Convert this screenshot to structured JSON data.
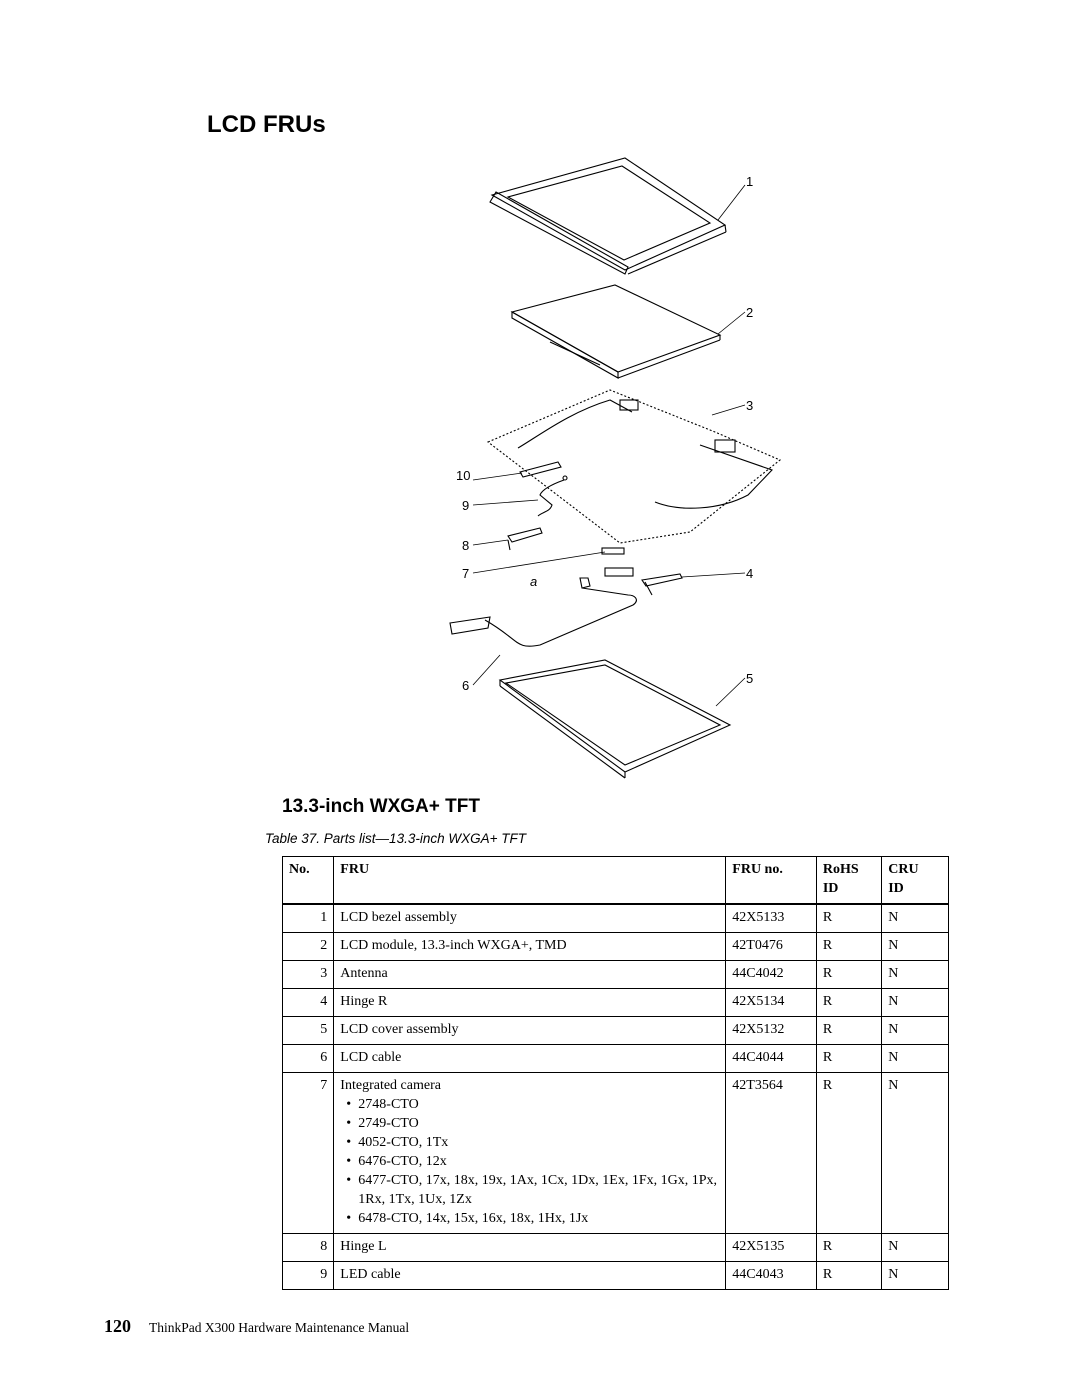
{
  "page": {
    "title": "LCD FRUs",
    "section_title": "13.3-inch WXGA+ TFT",
    "table_caption": "Table 37. Parts list—13.3-inch WXGA+ TFT"
  },
  "diagram": {
    "callouts": [
      "1",
      "2",
      "3",
      "4",
      "5",
      "6",
      "7",
      "8",
      "9",
      "10"
    ],
    "sub_label": "a"
  },
  "table": {
    "headers": {
      "no": "No.",
      "fru": "FRU",
      "fru_no": "FRU no.",
      "rohs": "RoHS",
      "rohs_sub": "ID",
      "cru": "CRU",
      "cru_sub": "ID"
    },
    "rows": [
      {
        "no": "1",
        "fru": "LCD bezel assembly",
        "fru_no": "42X5133",
        "rohs": "R",
        "cru": "N"
      },
      {
        "no": "2",
        "fru": "LCD module, 13.3-inch WXGA+, TMD",
        "fru_no": "42T0476",
        "rohs": "R",
        "cru": "N"
      },
      {
        "no": "3",
        "fru": "Antenna",
        "fru_no": "44C4042",
        "rohs": "R",
        "cru": "N"
      },
      {
        "no": "4",
        "fru": "Hinge R",
        "fru_no": "42X5134",
        "rohs": "R",
        "cru": "N"
      },
      {
        "no": "5",
        "fru": "LCD cover assembly",
        "fru_no": "42X5132",
        "rohs": "R",
        "cru": "N"
      },
      {
        "no": "6",
        "fru": "LCD cable",
        "fru_no": "44C4044",
        "rohs": "R",
        "cru": "N"
      },
      {
        "no": "7",
        "fru": "Integrated camera",
        "fru_no": "42T3564",
        "rohs": "R",
        "cru": "N",
        "bullets": [
          "2748-CTO",
          "2749-CTO",
          "4052-CTO, 1Tx",
          "6476-CTO, 12x",
          "6477-CTO, 17x, 18x, 19x, 1Ax, 1Cx, 1Dx, 1Ex, 1Fx, 1Gx, 1Px, 1Rx, 1Tx, 1Ux, 1Zx",
          "6478-CTO, 14x, 15x, 16x, 18x, 1Hx, 1Jx"
        ]
      },
      {
        "no": "8",
        "fru": "Hinge L",
        "fru_no": "42X5135",
        "rohs": "R",
        "cru": "N"
      },
      {
        "no": "9",
        "fru": "LED cable",
        "fru_no": "44C4043",
        "rohs": "R",
        "cru": "N"
      }
    ]
  },
  "footer": {
    "page_number": "120",
    "book_title": "ThinkPad X300 Hardware Maintenance Manual"
  }
}
